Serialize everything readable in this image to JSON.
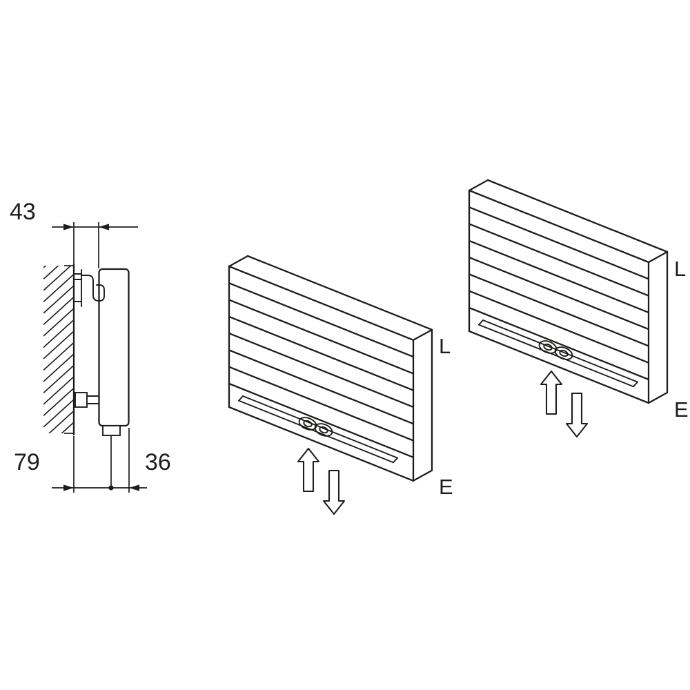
{
  "side_view": {
    "dim_top": "43",
    "dim_bottom_left": "79",
    "dim_bottom_right": "36"
  },
  "radiators": {
    "middle": {
      "l": "L",
      "e": "E"
    },
    "right": {
      "l": "L",
      "e": "E"
    }
  },
  "colors": {
    "line": "#1d1d1b",
    "background": "#ffffff"
  }
}
